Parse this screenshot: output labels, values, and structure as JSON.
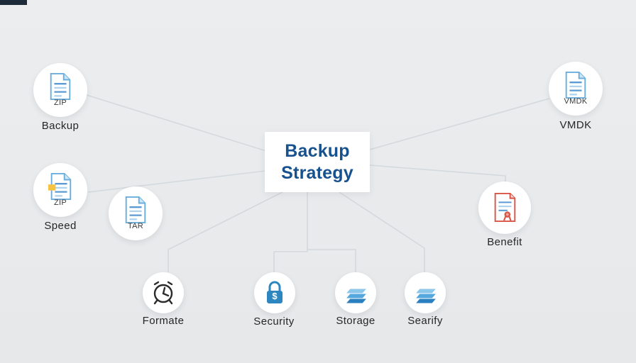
{
  "title_box": {
    "line1": "Backup",
    "line2": "Strategy"
  },
  "nodes": {
    "backup": {
      "icon": "document-icon",
      "icon_text": "ZIP",
      "label": "Backup"
    },
    "vmdk": {
      "icon": "document-icon",
      "icon_text": "VMDK",
      "label": "VMDK"
    },
    "speed": {
      "icon": "document-highlight-icon",
      "icon_text": "ZIP",
      "label": "Speed"
    },
    "tar": {
      "icon": "document-icon",
      "icon_text": "TAR",
      "label": ""
    },
    "benefit": {
      "icon": "certificate-icon",
      "icon_text": "",
      "label": "Benefit"
    },
    "formate": {
      "icon": "alarm-clock-icon",
      "icon_text": "",
      "label": "Formate"
    },
    "security": {
      "icon": "lock-icon",
      "icon_text": "$",
      "label": "Security"
    },
    "storage": {
      "icon": "stack-icon",
      "icon_text": "",
      "label": "Storage"
    },
    "searify": {
      "icon": "stack-icon",
      "icon_text": "",
      "label": "Searify"
    }
  },
  "colors": {
    "title_text": "#17518e",
    "doc_outline": "#6aaede",
    "doc_line_dark": "#5b9bd5",
    "doc_line_light": "#aed3ef",
    "highlight_yellow": "#f5c242",
    "certificate_red": "#d95545",
    "lock_blue": "#2e86c1",
    "stack_dark": "#2a7fc1",
    "stack_mid": "#55a8dd",
    "stack_light": "#8cc6ea",
    "connector": "#d3d9dd",
    "background": "#e8eaec"
  }
}
